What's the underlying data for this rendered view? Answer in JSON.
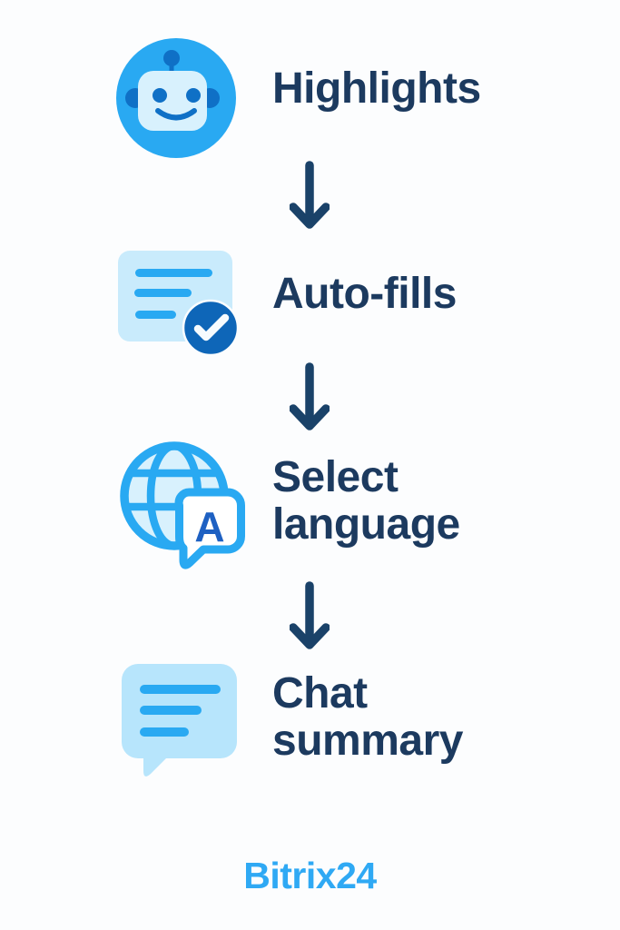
{
  "steps": [
    {
      "label": "Highlights",
      "icon": "robot-icon"
    },
    {
      "label": "Auto-fills",
      "icon": "document-check-icon"
    },
    {
      "label": "Select language",
      "icon": "globe-translate-icon"
    },
    {
      "label": "Chat summary",
      "icon": "chat-bubble-icon"
    }
  ],
  "icons": {
    "translate_letter": "A"
  },
  "brand": {
    "name": "Bitrix24"
  },
  "colors": {
    "primary_blue": "#29A9F2",
    "light_blue_card": "#C9EBFC",
    "light_blue_bubble": "#B7E5FC",
    "pale_blue": "#D8F1FD",
    "feature_blue": "#0F70C6",
    "check_circle_blue": "#0E66B8",
    "letter_blue": "#1E60C2",
    "text_navy": "#1C3A5F",
    "arrow_navy": "#1A4269",
    "brand_blue": "#2FA9F4",
    "background": "#FCFDFE"
  }
}
